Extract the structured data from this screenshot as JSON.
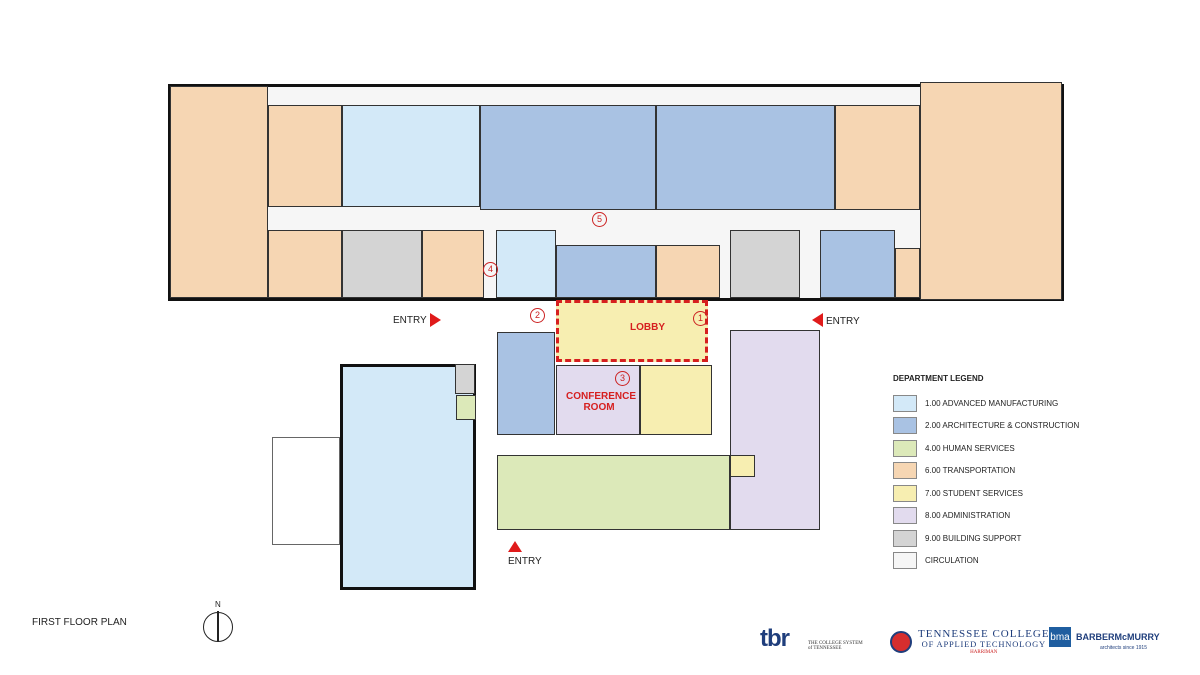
{
  "plan_title": "FIRST FLOOR PLAN",
  "north_label": "N",
  "labels": {
    "lobby": "LOBBY",
    "conference": "CONFERENCE ROOM",
    "entry": "ENTRY"
  },
  "markers": [
    "1",
    "2",
    "3",
    "4",
    "5"
  ],
  "legend": {
    "title": "DEPARTMENT LEGEND",
    "items": [
      {
        "label": "1.00 ADVANCED MANUFACTURING",
        "color": "#d3e9f8"
      },
      {
        "label": "2.00 ARCHITECTURE & CONSTRUCTION",
        "color": "#a9c2e3"
      },
      {
        "label": "4.00 HUMAN SERVICES",
        "color": "#dce9b9"
      },
      {
        "label": "6.00 TRANSPORTATION",
        "color": "#f6d6b3"
      },
      {
        "label": "7.00 STUDENT SERVICES",
        "color": "#f7eeb1"
      },
      {
        "label": "8.00 ADMINISTRATION",
        "color": "#e2dbee"
      },
      {
        "label": "9.00 BUILDING SUPPORT",
        "color": "#d4d4d4"
      },
      {
        "label": "CIRCULATION",
        "color": "#f6f6f6"
      }
    ]
  },
  "logos": {
    "tbr": "tbr",
    "tbr_sub1": "THE COLLEGE SYSTEM",
    "tbr_sub2": "of TENNESSEE",
    "tcat1": "TENNESSEE COLLEGE",
    "tcat2": "OF APPLIED TECHNOLOGY",
    "tcat3": "HARRIMAN",
    "bma": "bma",
    "bm_name": "BARBERMcMURRY",
    "bm_sub": "architects since 1915"
  }
}
